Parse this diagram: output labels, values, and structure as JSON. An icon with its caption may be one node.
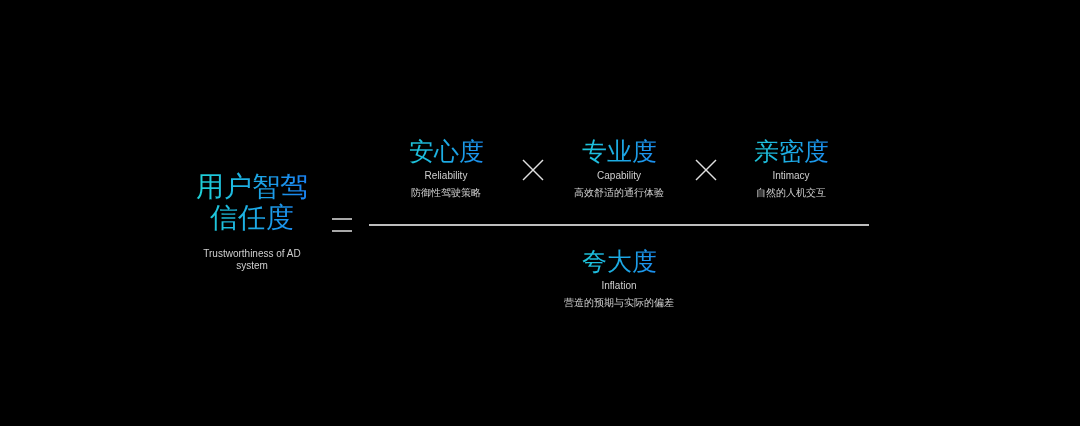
{
  "diagram": {
    "labels": [
      "用户智驾信任度",
      "Trustworthiness of AD system",
      "安心度",
      "Reliability",
      "防御性驾驶策略",
      "专业度",
      "Capability",
      "高效舒适的通行体验",
      "亲密度",
      "Intimacy",
      "自然的人机交互",
      "夸大度",
      "Inflation",
      "营造的预期与实际的偏差"
    ]
  }
}
